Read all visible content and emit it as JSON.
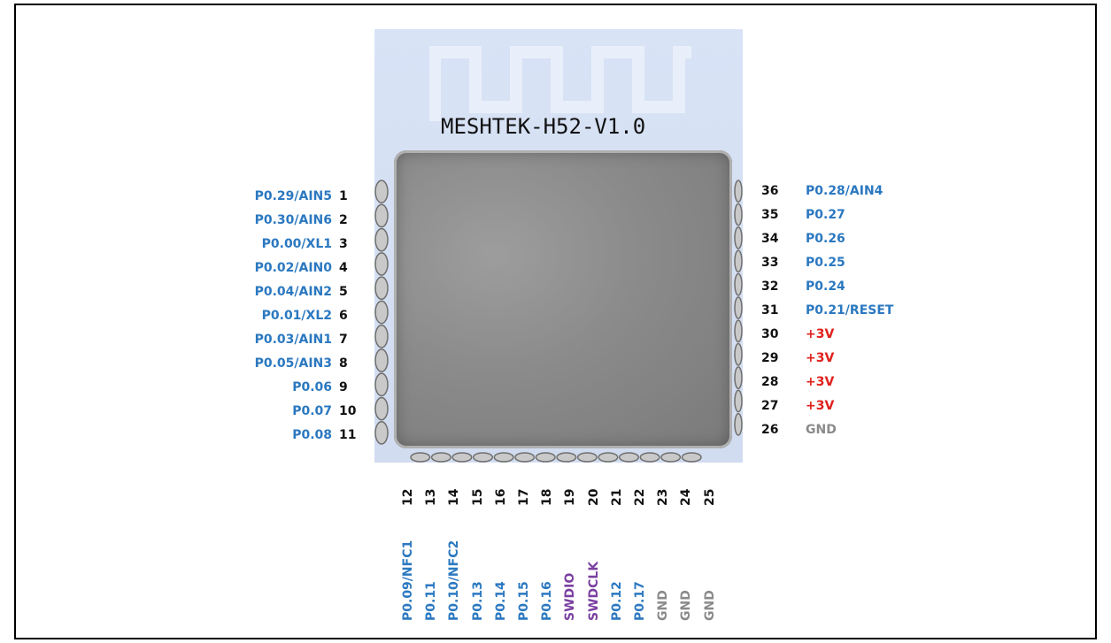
{
  "board_label": "MESHTEK-H52-V1.0",
  "colors": {
    "signal": "#2b78c0",
    "power": "#e0201c",
    "ground": "#8a8a8a",
    "debug": "#7a3fa0",
    "number": "#111111"
  },
  "left_pins": [
    {
      "num": "1",
      "label": "P0.29/AIN5",
      "kind": "signal"
    },
    {
      "num": "2",
      "label": "P0.30/AIN6",
      "kind": "signal"
    },
    {
      "num": "3",
      "label": "P0.00/XL1",
      "kind": "signal"
    },
    {
      "num": "4",
      "label": "P0.02/AIN0",
      "kind": "signal"
    },
    {
      "num": "5",
      "label": "P0.04/AIN2",
      "kind": "signal"
    },
    {
      "num": "6",
      "label": "P0.01/XL2",
      "kind": "signal"
    },
    {
      "num": "7",
      "label": "P0.03/AIN1",
      "kind": "signal"
    },
    {
      "num": "8",
      "label": "P0.05/AIN3",
      "kind": "signal"
    },
    {
      "num": "9",
      "label": "P0.06",
      "kind": "signal"
    },
    {
      "num": "10",
      "label": "P0.07",
      "kind": "signal"
    },
    {
      "num": "11",
      "label": "P0.08",
      "kind": "signal"
    }
  ],
  "right_pins": [
    {
      "num": "36",
      "label": "P0.28/AIN4",
      "kind": "signal"
    },
    {
      "num": "35",
      "label": "P0.27",
      "kind": "signal"
    },
    {
      "num": "34",
      "label": "P0.26",
      "kind": "signal"
    },
    {
      "num": "33",
      "label": "P0.25",
      "kind": "signal"
    },
    {
      "num": "32",
      "label": "P0.24",
      "kind": "signal"
    },
    {
      "num": "31",
      "label": "P0.21/RESET",
      "kind": "signal"
    },
    {
      "num": "30",
      "label": "+3V",
      "kind": "power"
    },
    {
      "num": "29",
      "label": "+3V",
      "kind": "power"
    },
    {
      "num": "28",
      "label": "+3V",
      "kind": "power"
    },
    {
      "num": "27",
      "label": "+3V",
      "kind": "power"
    },
    {
      "num": "26",
      "label": "GND",
      "kind": "ground"
    }
  ],
  "bottom_pins": [
    {
      "num": "12",
      "label": "P0.09/NFC1",
      "kind": "signal"
    },
    {
      "num": "13",
      "label": "P0.11",
      "kind": "signal"
    },
    {
      "num": "14",
      "label": "P0.10/NFC2",
      "kind": "signal"
    },
    {
      "num": "15",
      "label": "P0.13",
      "kind": "signal"
    },
    {
      "num": "16",
      "label": "P0.14",
      "kind": "signal"
    },
    {
      "num": "17",
      "label": "P0.15",
      "kind": "signal"
    },
    {
      "num": "18",
      "label": "P0.16",
      "kind": "signal"
    },
    {
      "num": "19",
      "label": "SWDIO",
      "kind": "debug"
    },
    {
      "num": "20",
      "label": "SWDCLK",
      "kind": "debug"
    },
    {
      "num": "21",
      "label": "P0.12",
      "kind": "signal"
    },
    {
      "num": "22",
      "label": "P0.17",
      "kind": "signal"
    },
    {
      "num": "23",
      "label": "GND",
      "kind": "ground"
    },
    {
      "num": "24",
      "label": "GND",
      "kind": "ground"
    },
    {
      "num": "25",
      "label": "GND",
      "kind": "ground"
    }
  ]
}
